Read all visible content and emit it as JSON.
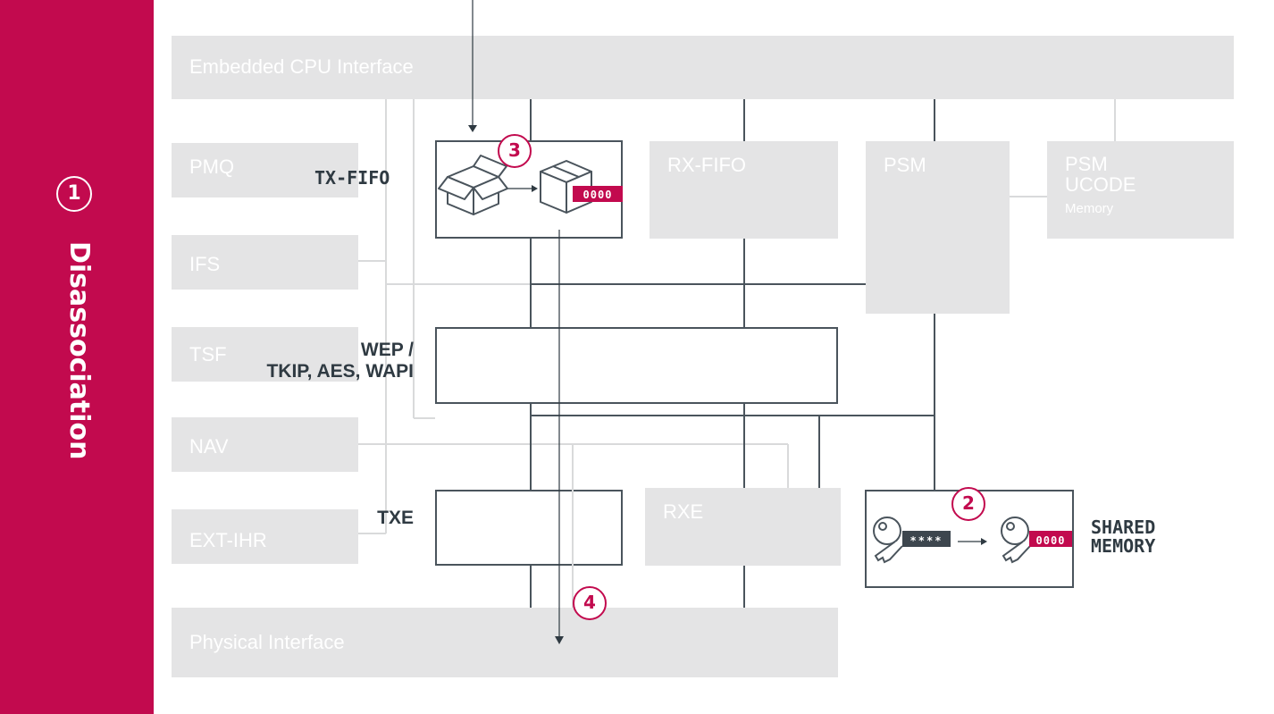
{
  "slide": {
    "step_number": "1",
    "title": "Disassociation"
  },
  "blocks": {
    "cpu_interface": "Embedded CPU Interface",
    "pmq": "PMQ",
    "ifs": "IFS",
    "tsf": "TSF",
    "nav": "NAV",
    "ext_ihr": "EXT-IHR",
    "rx_fifo": "RX-FIFO",
    "psm": "PSM",
    "psm_ucode_line1": "PSM",
    "psm_ucode_line2": "UCODE",
    "psm_ucode_memory": "Memory",
    "rxe": "RXE",
    "physical_interface": "Physical Interface"
  },
  "labels": {
    "tx_fifo": "TX-FIFO",
    "wep_line1": "WEP /",
    "wep_line2": "TKIP, AES, WAPI",
    "txe": "TXE",
    "shared_line1": "SHARED",
    "shared_line2": "MEMORY"
  },
  "steps": {
    "s2": "2",
    "s3": "3",
    "s4": "4"
  },
  "codes": {
    "box_code": "0000",
    "key_masked": "****",
    "key_code": "0000"
  },
  "colors": {
    "accent": "#c20a4e",
    "block_gray": "#e4e4e5",
    "line_dark": "#4a545c",
    "line_light": "#d9dadb"
  }
}
